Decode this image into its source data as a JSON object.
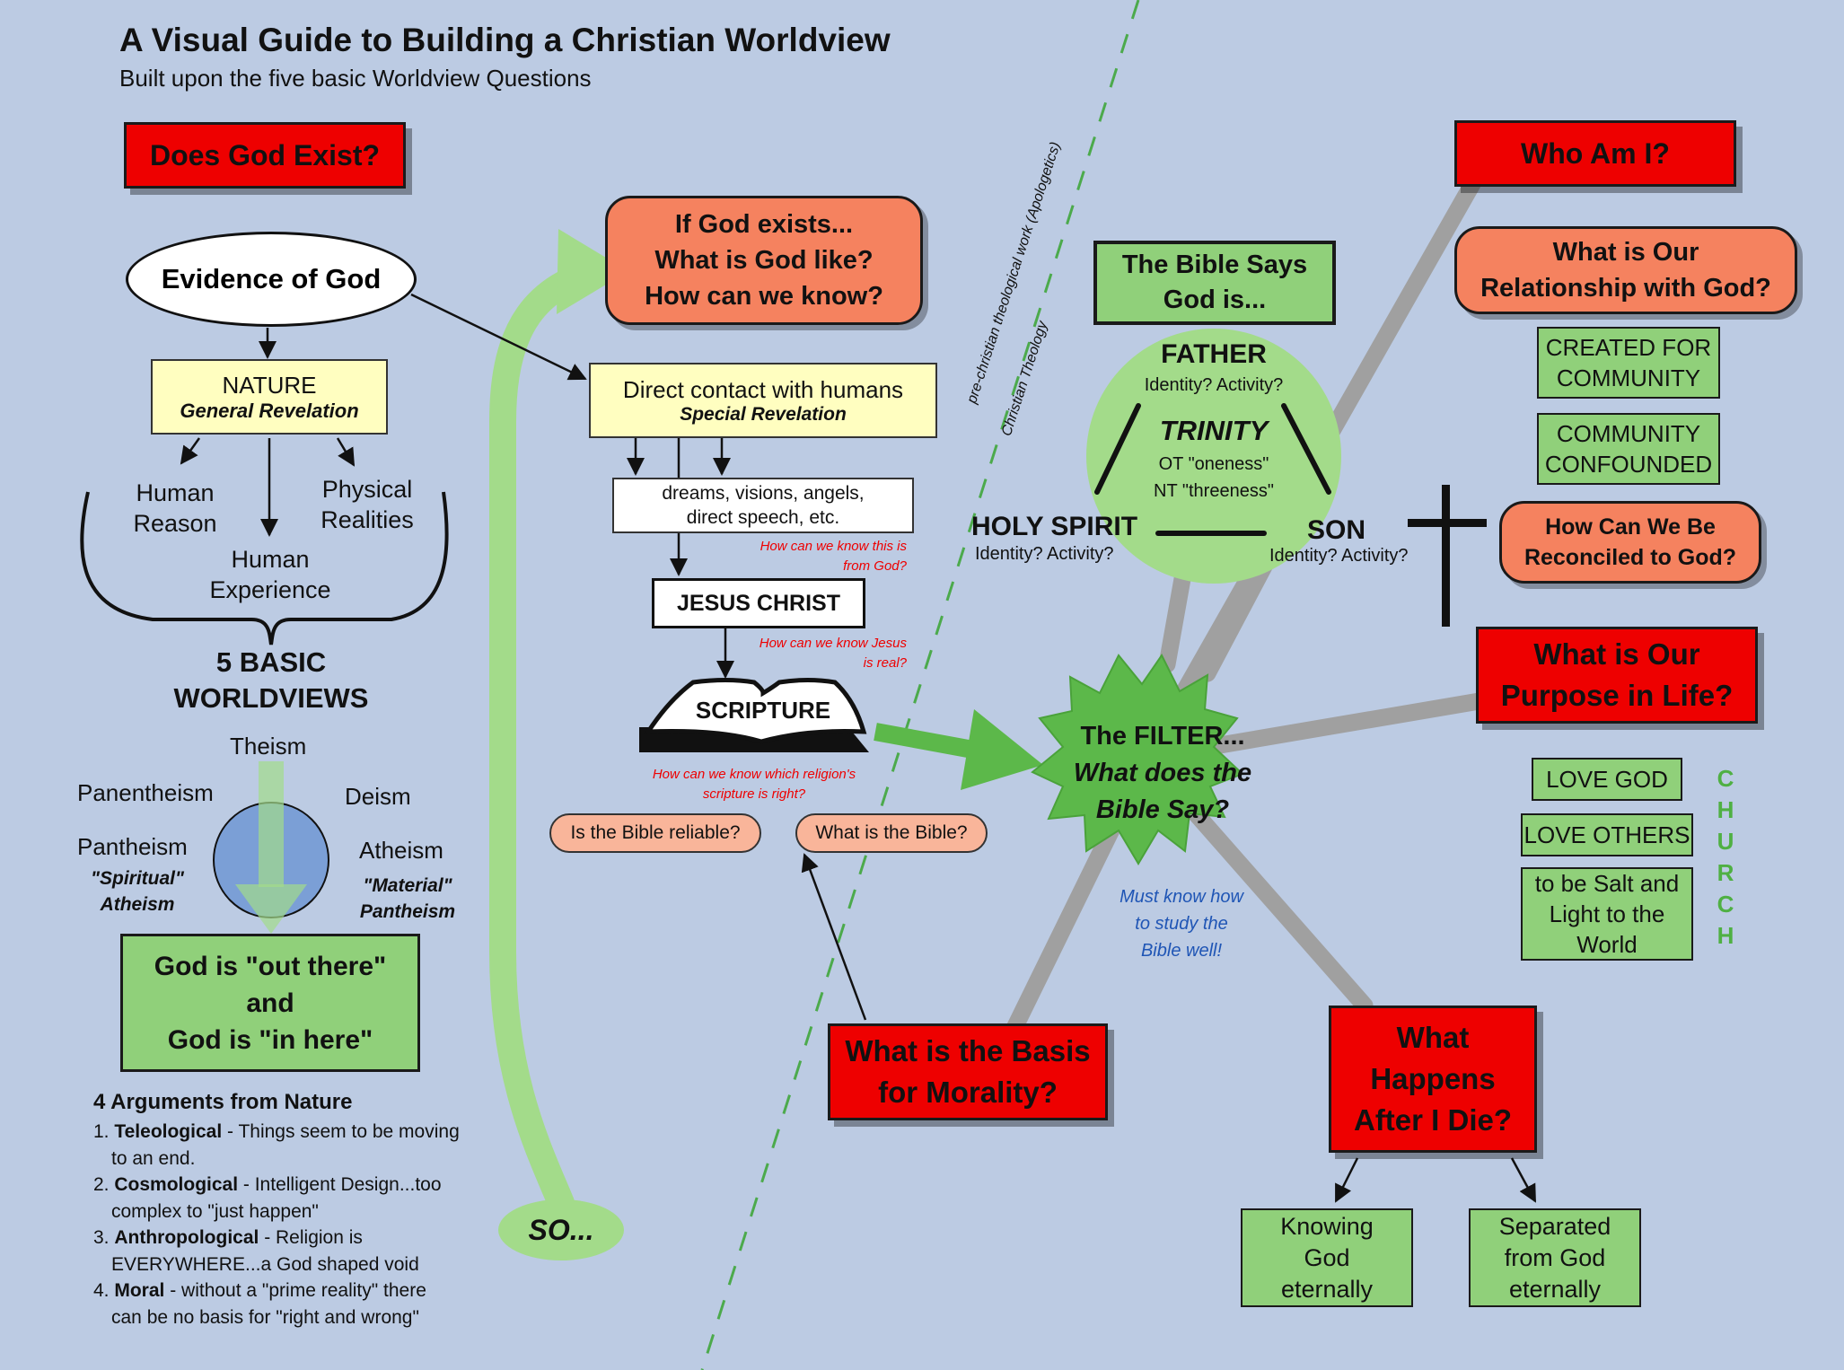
{
  "header": {
    "title": "A Visual Guide to Building a Christian Worldview",
    "subtitle": "Built upon the five basic Worldview Questions"
  },
  "divider": {
    "upper": "pre-christian theological work (Apologetics)",
    "lower": "Christian Theology"
  },
  "left": {
    "q1": "Does God Exist?",
    "evidence": "Evidence of God",
    "nature": {
      "title": "NATURE",
      "sub": "General Revelation"
    },
    "human_reason": [
      "Human",
      "Reason"
    ],
    "physical_realities": [
      "Physical",
      "Realities"
    ],
    "human_experience": [
      "Human",
      "Experience"
    ],
    "worldviews_heading": [
      "5 BASIC",
      "WORLDVIEWS"
    ],
    "worldviews": {
      "theism": "Theism",
      "panentheism": "Panentheism",
      "deism": "Deism",
      "pantheism": "Pantheism",
      "pantheism_note": [
        "\"Spiritual\"",
        "Atheism"
      ],
      "atheism": "Atheism",
      "atheism_note": [
        "\"Material\"",
        "Pantheism"
      ]
    },
    "god_box": [
      "God is \"out there\"",
      "and",
      "God is \"in here\""
    ],
    "arguments_heading": "4 Arguments from Nature",
    "arguments": [
      {
        "num": "1.",
        "name": "Teleological",
        "text": " - Things seem to be moving",
        "text2": "to an end."
      },
      {
        "num": "2.",
        "name": "Cosmological",
        "text": " - Intelligent Design...too",
        "text2": "complex to \"just happen\""
      },
      {
        "num": "3.",
        "name": "Anthropological",
        "text": " - Religion is",
        "text2": "EVERYWHERE...a God shaped void"
      },
      {
        "num": "4.",
        "name": "Moral",
        "text": " - without a \"prime reality\" there",
        "text2": "can be no basis for \"right and wrong\""
      }
    ],
    "so": "SO..."
  },
  "middle": {
    "if_god": [
      "If God exists...",
      "What is God like?",
      "How can we know?"
    ],
    "direct": {
      "title": "Direct contact with humans",
      "sub": "Special Revelation"
    },
    "dreams": [
      "dreams, visions,  angels,",
      "direct speech, etc."
    ],
    "note_god": [
      "How can we know this is",
      "from God?"
    ],
    "jesus": "JESUS CHRIST",
    "note_jesus": [
      "How can we know Jesus",
      "is real?"
    ],
    "scripture": "SCRIPTURE",
    "note_scripture": [
      "How can we know which religion's",
      "scripture is right?"
    ],
    "reliable": "Is the Bible reliable?",
    "what_bible": "What is the Bible?"
  },
  "center": {
    "bible_says": [
      "The Bible Says",
      "God is..."
    ],
    "father": "FATHER",
    "father_sub": "Identity? Activity?",
    "trinity": "TRINITY",
    "ot": "OT \"oneness\"",
    "nt": "NT \"threeness\"",
    "spirit": "HOLY SPIRIT",
    "spirit_sub": "Identity? Activity?",
    "son": "SON",
    "son_sub": "Identity? Activity?",
    "filter": [
      "The FILTER...",
      "What does the",
      "Bible Say?"
    ],
    "study_note": [
      "Must know how",
      "to study the",
      "Bible well!"
    ],
    "morality": [
      "What is the Basis",
      "for Morality?"
    ]
  },
  "right": {
    "who": "Who Am I?",
    "relationship": [
      "What is Our",
      "Relationship with God?"
    ],
    "created": [
      "CREATED FOR",
      "COMMUNITY"
    ],
    "confounded": [
      "COMMUNITY",
      "CONFOUNDED"
    ],
    "reconciled": [
      "How Can We Be",
      "Reconciled to God?"
    ],
    "purpose": [
      "What is Our",
      "Purpose in Life?"
    ],
    "love_god": "LOVE GOD",
    "love_others": "LOVE OTHERS",
    "salt": [
      "to be Salt and",
      "Light to the",
      "World"
    ],
    "church": [
      "C",
      "H",
      "U",
      "R",
      "C",
      "H"
    ],
    "after": [
      "What",
      "Happens",
      "After I Die?"
    ],
    "knowing": [
      "Knowing",
      "God",
      "eternally"
    ],
    "separated": [
      "Separated",
      "from God",
      "eternally"
    ]
  },
  "colors": {
    "background": "#bccbe3",
    "red": "#ee0000",
    "orange": "#f5825f",
    "green": "#90d07a",
    "light_green": "#a3db8a",
    "connector_gray": "#a0a0a0",
    "yellow": "#fffec0",
    "pink": "#f9b59a",
    "church_green": "#4fb043"
  }
}
